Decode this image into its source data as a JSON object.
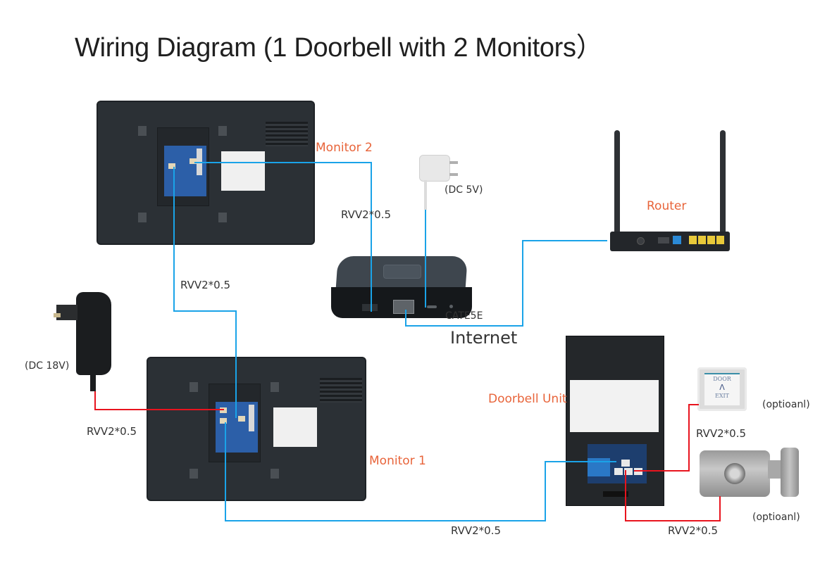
{
  "title": "Wiring Diagram (1 Doorbell with 2 Monitors）",
  "devices": {
    "monitor2": "Monitor 2",
    "monitor1": "Monitor 1",
    "router": "Router",
    "doorbell": "Doorbell Unit"
  },
  "power": {
    "dc5v": "(DC 5V)",
    "dc18v": "(DC 18V)"
  },
  "cables": {
    "monitor2_to_box": "RVV2*0.5",
    "monitor2_to_monitor1": "RVV2*0.5",
    "psu_to_monitor1": "RVV2*0.5",
    "monitor1_to_doorbell": "RVV2*0.5",
    "doorbell_to_exit": "RVV2*0.5",
    "doorbell_to_lock": "RVV2*0.5",
    "box_to_router": "CATE5E"
  },
  "internet_label": "Internet",
  "optional": {
    "exit_button": "(optioanl)",
    "lock": "(optioanl)"
  },
  "exit_button_text": {
    "line1": "DOOR",
    "line2": "EXIT"
  },
  "colors": {
    "signal_wire": "#1aa3e8",
    "power_wire": "#e8141e",
    "label_accent": "#e8643a"
  }
}
